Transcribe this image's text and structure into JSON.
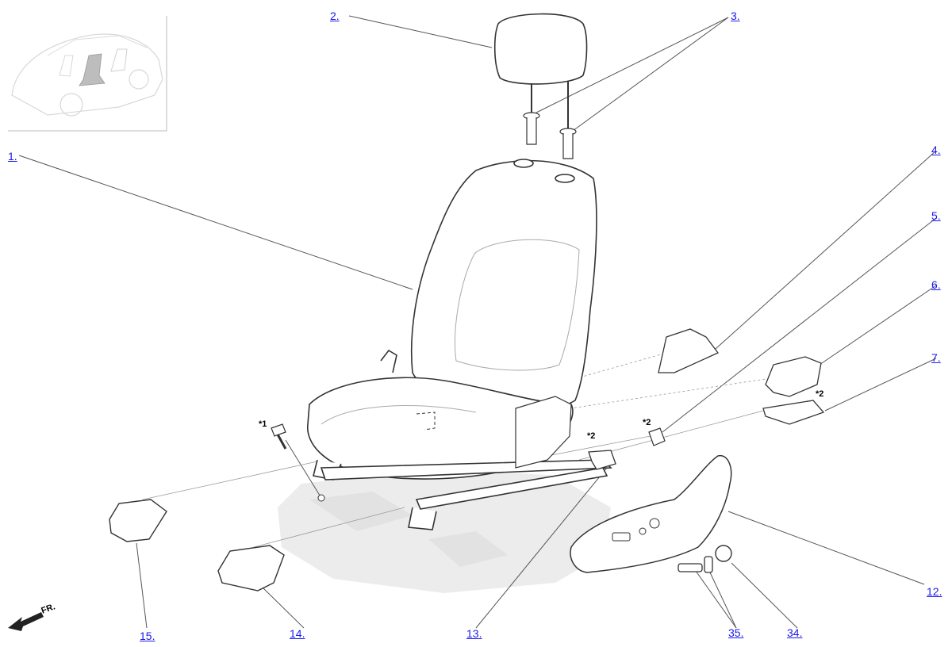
{
  "callouts": {
    "c1": "1.",
    "c2": "2.",
    "c3": "3.",
    "c4": "4.",
    "c5": "5.",
    "c6": "6.",
    "c7": "7.",
    "c12": "12.",
    "c13": "13.",
    "c14": "14.",
    "c15": "15.",
    "c34": "34.",
    "c35": "35."
  },
  "notes": {
    "star1": "*1",
    "star2": "*2"
  },
  "direction_label": "FR.",
  "colors": {
    "link": "#1a1aee",
    "line": "#555555",
    "part_stroke": "#333333",
    "ghost": "#e6e6e6",
    "thumb_border": "#bbbbbb"
  }
}
